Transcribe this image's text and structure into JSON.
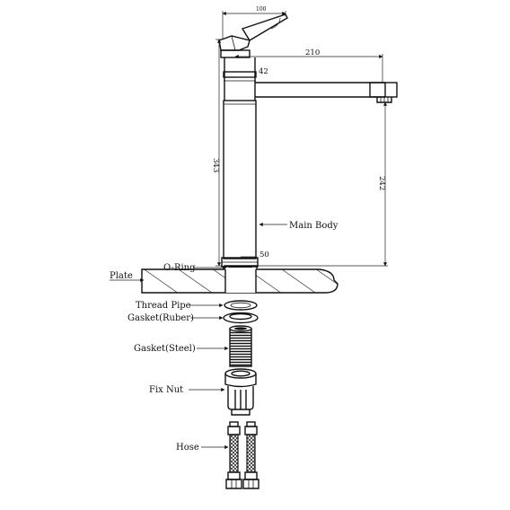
{
  "dimensions": {
    "handle_length": "100",
    "spout_reach": "210",
    "joint_height": "42",
    "total_height": "343",
    "spout_height": "242",
    "base_diameter": "50"
  },
  "labels": {
    "main_body": "Main Body",
    "o_ring": "O-Ring",
    "plate": "Plate",
    "thread_pipe": "Thread Pipe",
    "gasket_ruber": "Gasket(Ruber)",
    "gasket_steel": "Gasket(Steel)",
    "fix_nut": "Fix Nut",
    "hose": "Hose"
  },
  "colors": {
    "line": "#111111",
    "background": "#ffffff"
  }
}
